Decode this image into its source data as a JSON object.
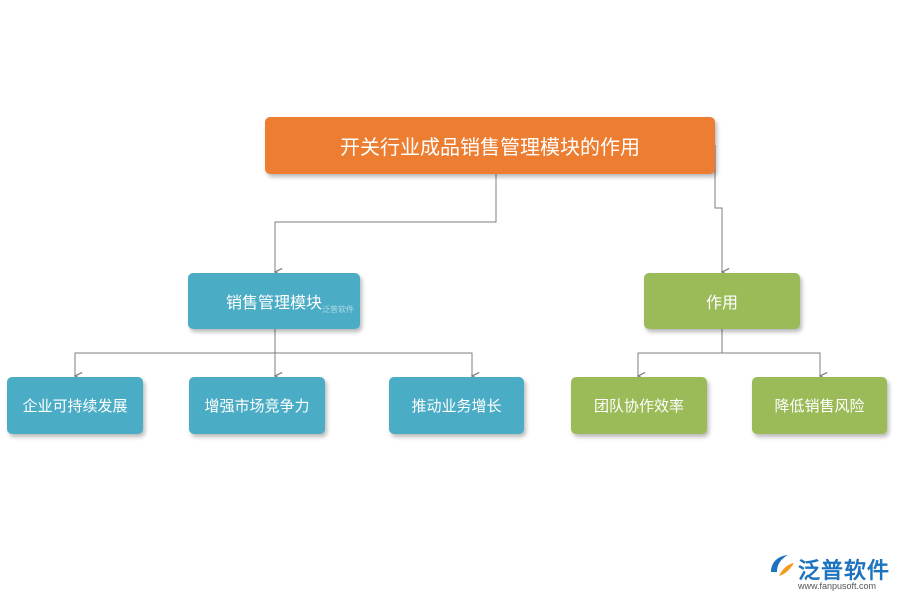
{
  "diagram": {
    "root": {
      "label": "开关行业成品销售管理模块的作用"
    },
    "branches": [
      {
        "label": "销售管理模块",
        "children": [
          {
            "label": "企业可持续发展"
          },
          {
            "label": "增强市场竞争力"
          },
          {
            "label": "推动业务增长"
          }
        ]
      },
      {
        "label": "作用",
        "children": [
          {
            "label": "团队协作效率"
          },
          {
            "label": "降低销售风险"
          }
        ]
      }
    ],
    "watermark": "泛普软件"
  },
  "logo": {
    "name": "泛普软件",
    "url": "www.fanpusoft.com"
  },
  "colors": {
    "root": "#ED7D31",
    "blue": "#4BACC6",
    "green": "#9BBB59",
    "connector": "#7F7F7F",
    "logo_blue": "#1E73BE",
    "logo_orange": "#F39A1E"
  }
}
